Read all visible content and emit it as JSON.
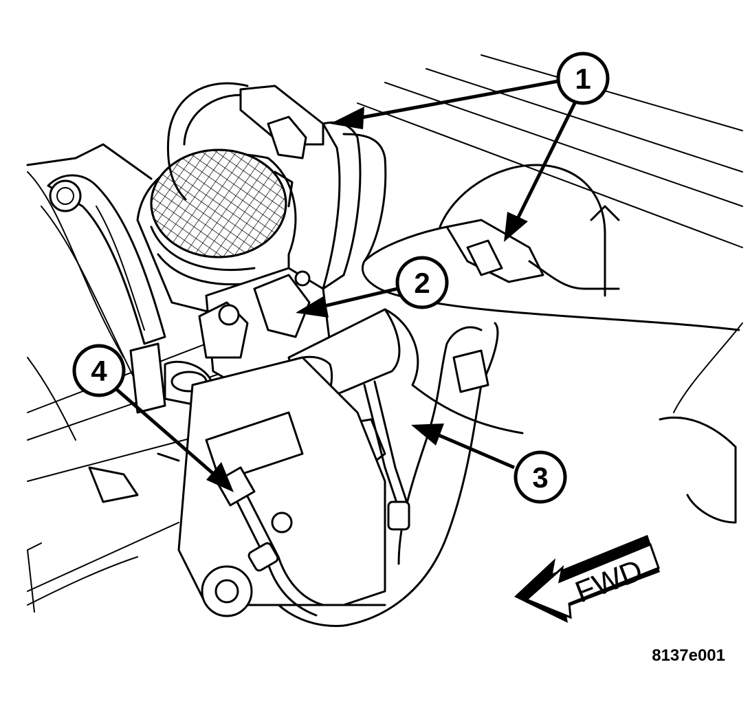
{
  "figure_id": "8137e001",
  "callouts": [
    {
      "id": "1",
      "label": "1"
    },
    {
      "id": "2",
      "label": "2"
    },
    {
      "id": "3",
      "label": "3"
    },
    {
      "id": "4",
      "label": "4"
    }
  ],
  "direction_label": "FWD"
}
